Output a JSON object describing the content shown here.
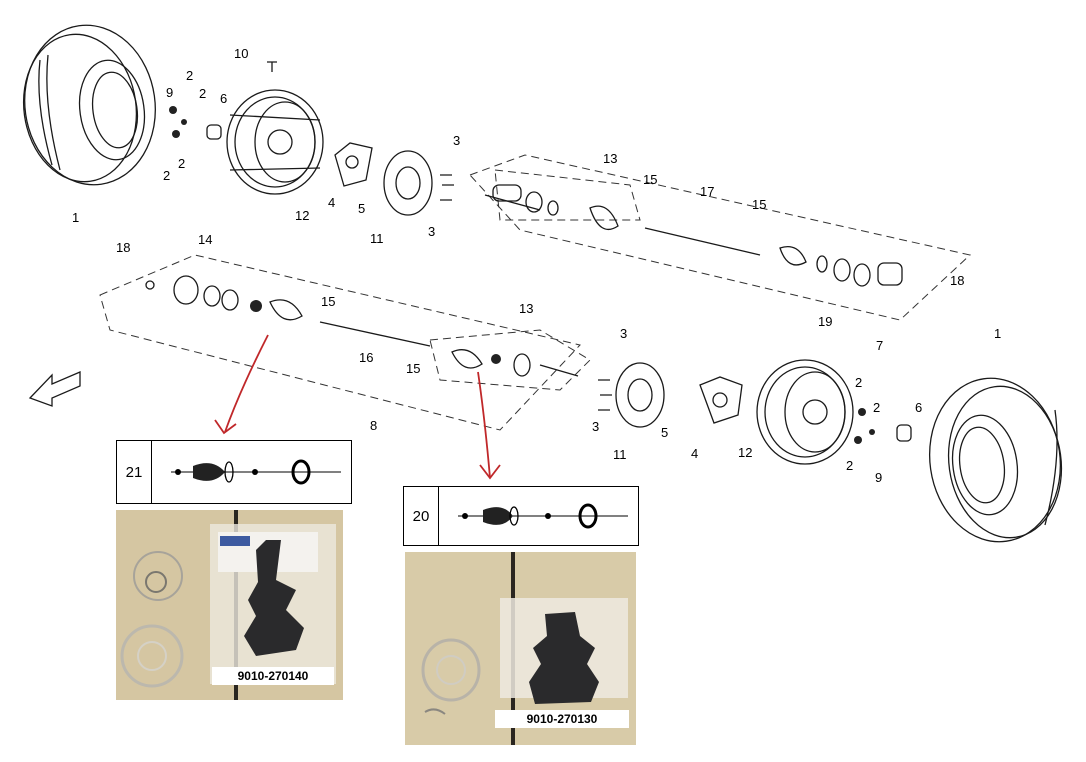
{
  "upper_assembly_labels": [
    "1",
    "2",
    "2",
    "2",
    "2",
    "9",
    "10",
    "6",
    "12",
    "4",
    "5",
    "3",
    "11",
    "3",
    "13",
    "15",
    "17",
    "15",
    "19",
    "18",
    "7"
  ],
  "lower_assembly_labels": [
    "18",
    "14",
    "15",
    "16",
    "15",
    "13",
    "8",
    "3",
    "3",
    "11",
    "5",
    "4",
    "12",
    "2",
    "2",
    "2",
    "9",
    "6",
    "1"
  ],
  "boxes": [
    {
      "number": "21"
    },
    {
      "number": "20"
    }
  ],
  "photos": [
    {
      "part_number": "9010-270140"
    },
    {
      "part_number": "9010-270130"
    }
  ],
  "colors": {
    "arrow": "#c0282a",
    "line": "#1a1a1a",
    "photo_bg": "#d7c9a6"
  }
}
